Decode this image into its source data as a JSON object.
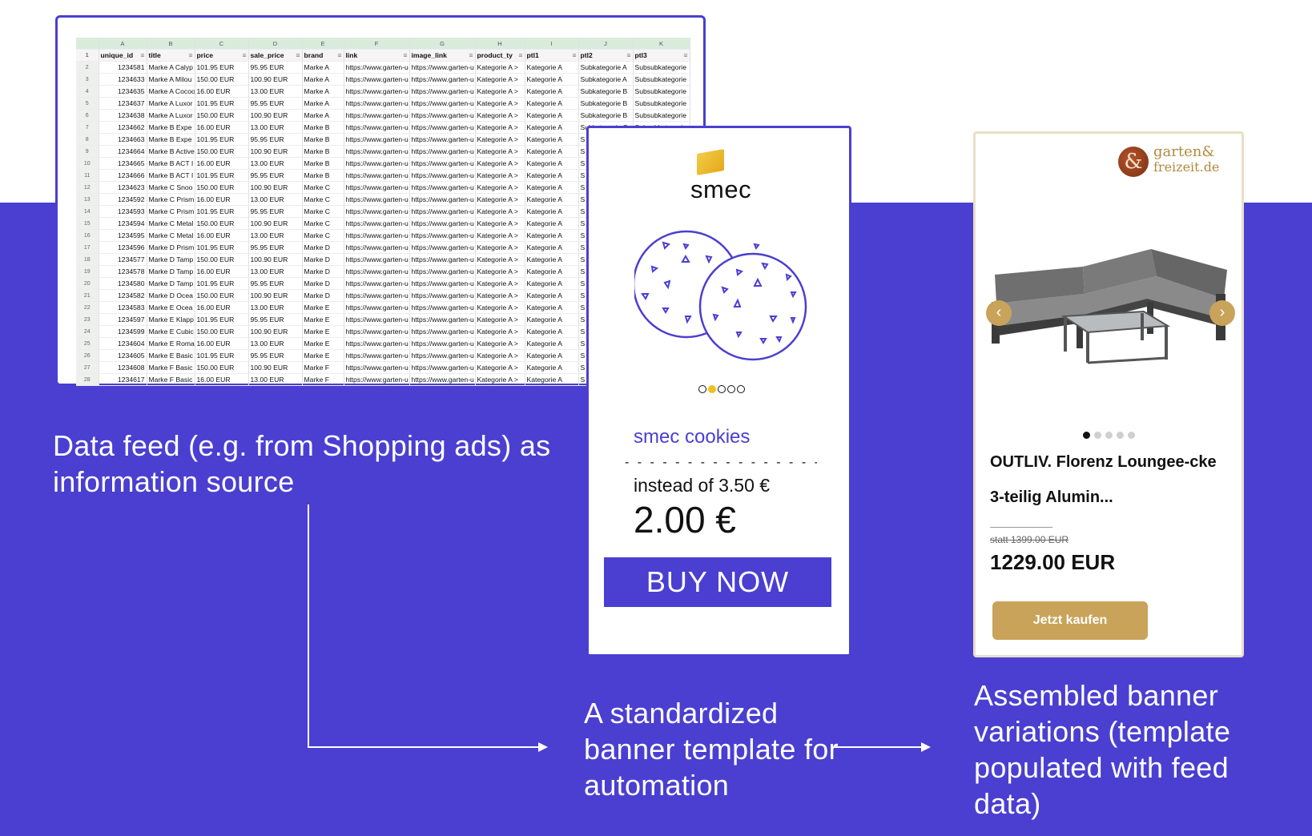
{
  "spreadsheet": {
    "column_letters": [
      "A",
      "B",
      "C",
      "D",
      "E",
      "F",
      "G",
      "H",
      "I",
      "J",
      "K"
    ],
    "headers": [
      "unique_id",
      "title",
      "price",
      "sale_price",
      "brand",
      "link",
      "image_link",
      "product_ty",
      "ptl1",
      "ptl2",
      "ptl3"
    ],
    "rows": [
      [
        "1234581",
        "Marke A Calyp",
        "101.95 EUR",
        "95.95 EUR",
        "Marke A",
        "https://www.garten-u",
        "https://www.garten-u",
        "Kategorie A >",
        "Kategorie A",
        "Subkategorie A",
        "Subsubkategorie"
      ],
      [
        "1234633",
        "Marke A Milou",
        "150.00 EUR",
        "100.90 EUR",
        "Marke A",
        "https://www.garten-u",
        "https://www.garten-u",
        "Kategorie A >",
        "Kategorie A",
        "Subkategorie A",
        "Subsubkategorie"
      ],
      [
        "1234635",
        "Marke A Cocoo",
        "16.00 EUR",
        "13.00 EUR",
        "Marke A",
        "https://www.garten-u",
        "https://www.garten-u",
        "Kategorie A >",
        "Kategorie A",
        "Subkategorie B",
        "Subsubkategorie"
      ],
      [
        "1234637",
        "Marke A Luxor",
        "101.95 EUR",
        "95.95 EUR",
        "Marke A",
        "https://www.garten-u",
        "https://www.garten-u",
        "Kategorie A >",
        "Kategorie A",
        "Subkategorie B",
        "Subsubkategorie"
      ],
      [
        "1234638",
        "Marke A Luxor",
        "150.00 EUR",
        "100.90 EUR",
        "Marke A",
        "https://www.garten-u",
        "https://www.garten-u",
        "Kategorie A >",
        "Kategorie A",
        "Subkategorie B",
        "Subsubkategorie"
      ],
      [
        "1234662",
        "Marke B Expe",
        "16.00 EUR",
        "13.00 EUR",
        "Marke B",
        "https://www.garten-u",
        "https://www.garten-u",
        "Kategorie A >",
        "Kategorie A",
        "Subkategorie C",
        "Subsubkategorie"
      ],
      [
        "1234663",
        "Marke B Expe",
        "101.95 EUR",
        "95.95 EUR",
        "Marke B",
        "https://www.garten-u",
        "https://www.garten-u",
        "Kategorie A >",
        "Kategorie A",
        "S",
        ""
      ],
      [
        "1234664",
        "Marke B Active",
        "150.00 EUR",
        "100.90 EUR",
        "Marke B",
        "https://www.garten-u",
        "https://www.garten-u",
        "Kategorie A >",
        "Kategorie A",
        "S",
        ""
      ],
      [
        "1234665",
        "Marke B ACT I",
        "16.00 EUR",
        "13.00 EUR",
        "Marke B",
        "https://www.garten-u",
        "https://www.garten-u",
        "Kategorie A >",
        "Kategorie A",
        "S",
        ""
      ],
      [
        "1234666",
        "Marke B ACT I",
        "101.95 EUR",
        "95.95 EUR",
        "Marke B",
        "https://www.garten-u",
        "https://www.garten-u",
        "Kategorie A >",
        "Kategorie A",
        "S",
        ""
      ],
      [
        "1234623",
        "Marke C Snoo",
        "150.00 EUR",
        "100.90 EUR",
        "Marke C",
        "https://www.garten-u",
        "https://www.garten-u",
        "Kategorie A >",
        "Kategorie A",
        "S",
        ""
      ],
      [
        "1234592",
        "Marke C Prism",
        "16.00 EUR",
        "13.00 EUR",
        "Marke C",
        "https://www.garten-u",
        "https://www.garten-u",
        "Kategorie A >",
        "Kategorie A",
        "S",
        ""
      ],
      [
        "1234593",
        "Marke C Prism",
        "101.95 EUR",
        "95.95 EUR",
        "Marke C",
        "https://www.garten-u",
        "https://www.garten-u",
        "Kategorie A >",
        "Kategorie A",
        "S",
        ""
      ],
      [
        "1234594",
        "Marke C Metal",
        "150.00 EUR",
        "100.90 EUR",
        "Marke C",
        "https://www.garten-u",
        "https://www.garten-u",
        "Kategorie A >",
        "Kategorie A",
        "S",
        ""
      ],
      [
        "1234595",
        "Marke C Metal",
        "16.00 EUR",
        "13.00 EUR",
        "Marke C",
        "https://www.garten-u",
        "https://www.garten-u",
        "Kategorie A >",
        "Kategorie A",
        "S",
        ""
      ],
      [
        "1234596",
        "Marke D Prism",
        "101.95 EUR",
        "95.95 EUR",
        "Marke D",
        "https://www.garten-u",
        "https://www.garten-u",
        "Kategorie A >",
        "Kategorie A",
        "S",
        ""
      ],
      [
        "1234577",
        "Marke D Tamp",
        "150.00 EUR",
        "100.90 EUR",
        "Marke D",
        "https://www.garten-u",
        "https://www.garten-u",
        "Kategorie A >",
        "Kategorie A",
        "S",
        ""
      ],
      [
        "1234578",
        "Marke D Tamp",
        "16.00 EUR",
        "13.00 EUR",
        "Marke D",
        "https://www.garten-u",
        "https://www.garten-u",
        "Kategorie A >",
        "Kategorie A",
        "S",
        ""
      ],
      [
        "1234580",
        "Marke D Tamp",
        "101.95 EUR",
        "95.95 EUR",
        "Marke D",
        "https://www.garten-u",
        "https://www.garten-u",
        "Kategorie A >",
        "Kategorie A",
        "S",
        ""
      ],
      [
        "1234582",
        "Marke D Ocea",
        "150.00 EUR",
        "100.90 EUR",
        "Marke D",
        "https://www.garten-u",
        "https://www.garten-u",
        "Kategorie A >",
        "Kategorie A",
        "S",
        ""
      ],
      [
        "1234583",
        "Marke E Ocea",
        "16.00 EUR",
        "13.00 EUR",
        "Marke E",
        "https://www.garten-u",
        "https://www.garten-u",
        "Kategorie A >",
        "Kategorie A",
        "S",
        ""
      ],
      [
        "1234597",
        "Marke E Klapp",
        "101.95 EUR",
        "95.95 EUR",
        "Marke E",
        "https://www.garten-u",
        "https://www.garten-u",
        "Kategorie A >",
        "Kategorie A",
        "S",
        ""
      ],
      [
        "1234599",
        "Marke E Cubic",
        "150.00 EUR",
        "100.90 EUR",
        "Marke E",
        "https://www.garten-u",
        "https://www.garten-u",
        "Kategorie A >",
        "Kategorie A",
        "S",
        ""
      ],
      [
        "1234604",
        "Marke E Roma",
        "16.00 EUR",
        "13.00 EUR",
        "Marke E",
        "https://www.garten-u",
        "https://www.garten-u",
        "Kategorie A >",
        "Kategorie A",
        "S",
        ""
      ],
      [
        "1234605",
        "Marke E Basic",
        "101.95 EUR",
        "95.95 EUR",
        "Marke E",
        "https://www.garten-u",
        "https://www.garten-u",
        "Kategorie A >",
        "Kategorie A",
        "S",
        ""
      ],
      [
        "1234608",
        "Marke F Basic",
        "150.00 EUR",
        "100.90 EUR",
        "Marke F",
        "https://www.garten-u",
        "https://www.garten-u",
        "Kategorie A >",
        "Kategorie A",
        "S",
        ""
      ],
      [
        "1234617",
        "Marke F Basic",
        "16.00 EUR",
        "13.00 EUR",
        "Marke F",
        "https://www.garten-u",
        "https://www.garten-u",
        "Kategorie A >",
        "Kategorie A",
        "S",
        ""
      ]
    ]
  },
  "template_banner": {
    "brand": "smec",
    "product_name": "smec cookies",
    "dashes": "- - - - - - - - - - - - - - - -",
    "instead_of": "instead of 3.50 €",
    "price": "2.00 €",
    "cta": "BUY NOW",
    "carousel_dots": 5,
    "active_dot": 1
  },
  "assembled_banner": {
    "logo_line1": "garten&",
    "logo_line2": "freizeit.de",
    "logo_mark": "&",
    "product_title": "OUTLIV. Florenz Loungee-cke 3-teilig Alumin...",
    "old_price": "statt 1399.00 EUR",
    "price": "1229.00 EUR",
    "cta": "Jetzt kaufen",
    "carousel_dots": 5,
    "active_dot": 0,
    "arrow_prev": "‹",
    "arrow_next": "›"
  },
  "captions": {
    "feed": "Data feed (e.g. from Shopping ads) as information source",
    "template": "A standardized banner template for automation",
    "assembled": "Assembled banner variations (template populated with feed data)"
  },
  "colors": {
    "brand_purple": "#4a3fd1",
    "gold": "#c9a35a",
    "smec_yellow": "#f0c020"
  }
}
